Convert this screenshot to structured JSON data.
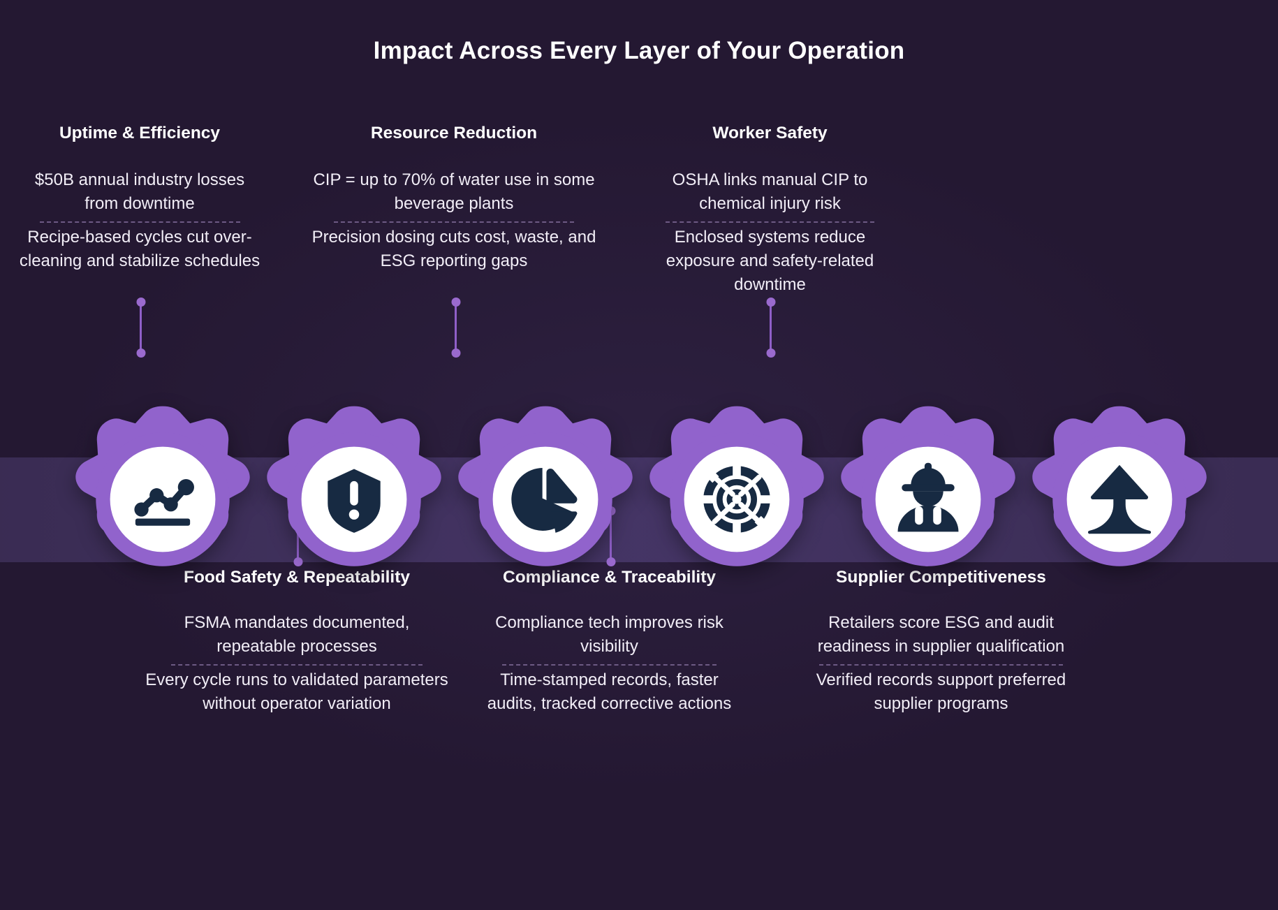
{
  "title": "Impact Across Every Layer of Your Operation",
  "theme": {
    "background": "#241832",
    "band": "#463667",
    "gear": "#9163cc",
    "icon_circle": "#ffffff",
    "icon": "#172a42",
    "connector": "#9a6ace",
    "text": "#ffffff",
    "divider": "#6d5a84"
  },
  "top_blocks": [
    {
      "heading": "Uptime & Efficiency",
      "icon": "line-chart-icon",
      "facts": [
        "$50B annual industry losses from downtime",
        "Recipe-based cycles cut over-cleaning and stabilize schedules"
      ]
    },
    {
      "heading": "Resource Reduction",
      "icon": "pie-chart-icon",
      "facts": [
        "CIP = up to 70% of water use in some beverage plants",
        "Precision dosing cuts cost, waste, and ESG reporting gaps"
      ]
    },
    {
      "heading": "Worker Safety",
      "icon": "worker-helmet-icon",
      "facts": [
        "OSHA links manual CIP to chemical injury risk",
        "Enclosed systems reduce exposure and safety-related downtime"
      ]
    }
  ],
  "bottom_blocks": [
    {
      "heading": "Food Safety & Repeatability",
      "icon": "shield-alert-icon",
      "facts": [
        "FSMA mandates documented, repeatable processes",
        "Every cycle runs to validated parameters without  operator variation"
      ]
    },
    {
      "heading": "Compliance & Traceability",
      "icon": "target-gear-icon",
      "facts": [
        "Compliance tech improves risk visibility",
        "Time-stamped records, faster audits, tracked corrective actions"
      ]
    },
    {
      "heading": "Supplier Competitiveness",
      "icon": "growth-arrow-icon",
      "facts": [
        "Retailers score ESG and audit readiness in supplier qualification",
        "Verified records support preferred supplier programs"
      ]
    }
  ],
  "gears": [
    {
      "icon": "line-chart-icon"
    },
    {
      "icon": "shield-alert-icon"
    },
    {
      "icon": "pie-chart-icon"
    },
    {
      "icon": "target-gear-icon"
    },
    {
      "icon": "worker-helmet-icon"
    },
    {
      "icon": "growth-arrow-icon"
    }
  ]
}
